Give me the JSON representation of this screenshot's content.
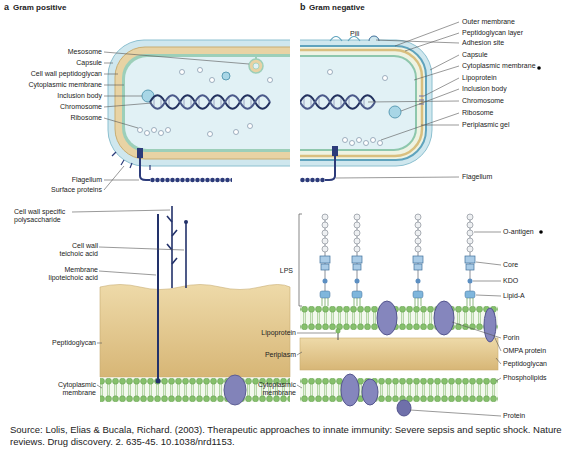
{
  "diagram": {
    "caption": "Source: Lolis, Elias & Bucala, Richard. (2003). Therapeutic approaches to innate immunity: Severe sepsis and septic shock. Nature reviews. Drug discovery. 2. 635-45. 10.1038/nrd1153.",
    "labels": [
      "a",
      "Gram positive",
      "b",
      "Gram negative",
      "Mesosome",
      "Capsule",
      "Cell wall peptidoglycan",
      "Cytoplasmic membrane",
      "Inclusion body",
      "Chromosome",
      "Ribosome",
      "Flagellum",
      "Surface proteins",
      "Pili",
      "Outer membrane",
      "Peptidoglycan layer",
      "Adhesion site",
      "Capsule",
      "Cytoplasmic membrane",
      "Lipoprotein",
      "Inclusion body",
      "Chromosome",
      "Ribosome",
      "Periplasmic gel",
      "Flagellum",
      "Cell wall specific polysaccharide",
      "Cell wall teichoic acid",
      "Membrane lipoteichoic acid",
      "Peptidoglycan",
      "Cytoplasmic membrane",
      "LPS",
      "Lipoprotein",
      "Periplasm",
      "Cytoplasmic membrane",
      "O-antigen",
      "Core",
      "KDO",
      "Lipid-A",
      "Porin",
      "OMPA protein",
      "Peptidoglycan",
      "Phospholipids",
      "Protein"
    ]
  }
}
